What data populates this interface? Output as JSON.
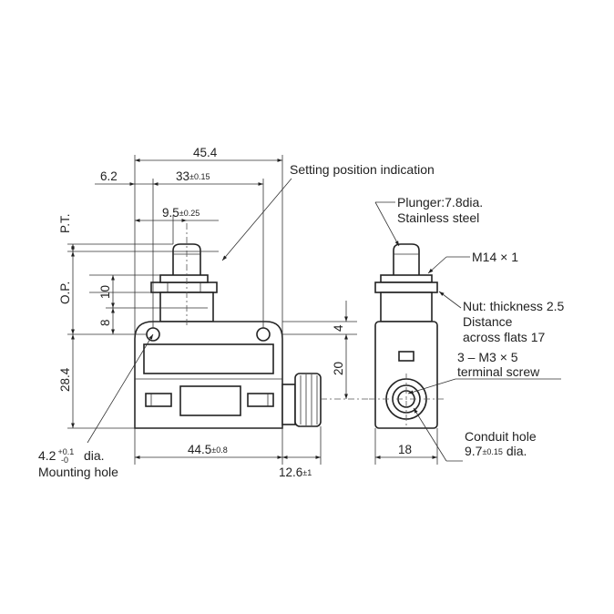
{
  "dimensions": {
    "width_total": "45.4",
    "offset_left": "6.2",
    "hole_pitch": "33",
    "hole_pitch_tol": "±0.15",
    "plunger_offset": "9.5",
    "plunger_offset_tol": "±0.25",
    "pt": "P.T.",
    "op": "O.P.",
    "d10": "10",
    "d8": "8",
    "d4": "4",
    "d20": "20",
    "height": "28.4",
    "base_length": "44.5",
    "base_length_tol": "±0.8",
    "conduit_length": "12.6",
    "conduit_length_tol": "±1",
    "side_width": "18"
  },
  "callouts": {
    "setting_position": "Setting position indication",
    "plunger_1": "Plunger:7.8dia.",
    "plunger_2": "Stainless steel",
    "thread": "M14 × 1",
    "nut_1": "Nut: thickness 2.5",
    "nut_2": "Distance",
    "nut_3": "across flats 17",
    "terminal_1": "3 – M3 × 5",
    "terminal_2": "terminal screw",
    "conduit_1": "Conduit hole",
    "conduit_2": "9.7",
    "conduit_2_tol": "±0.15",
    "conduit_2_suffix": " dia.",
    "mount_1": "4.2",
    "mount_tol_upper": "+0.1",
    "mount_tol_lower": "-0",
    "mount_1_suffix": " dia.",
    "mount_2": "Mounting hole"
  }
}
